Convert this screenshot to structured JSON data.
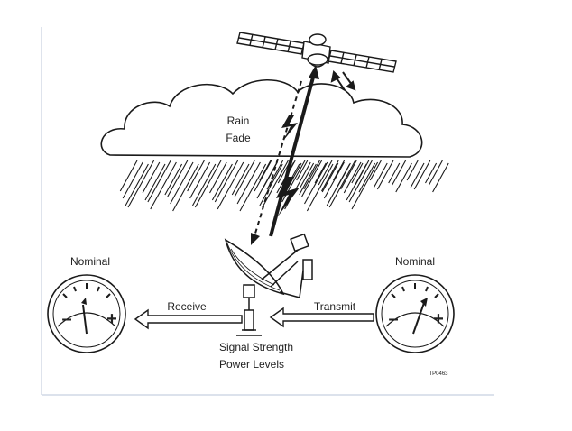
{
  "diagram": {
    "labels": {
      "rain_fade_line1": "Rain",
      "rain_fade_line2": "Fade",
      "nominal_left": "Nominal",
      "nominal_right": "Nominal",
      "receive": "Receive",
      "transmit": "Transmit",
      "signal_strength": "Signal Strength",
      "power_levels": "Power Levels",
      "figure_code": "TP0463"
    },
    "gauge_left": {
      "minus": "–",
      "plus": "+"
    },
    "gauge_right": {
      "minus": "–",
      "plus": "+"
    },
    "icons": [
      "satellite-icon",
      "cloud-icon",
      "rain-icon",
      "dish-antenna-icon",
      "gauge-icon",
      "arrow-icon",
      "lightning-icon"
    ],
    "colors": {
      "line": "#1a1a1a",
      "frame": "#c8d0e0",
      "background": "#ffffff"
    }
  }
}
